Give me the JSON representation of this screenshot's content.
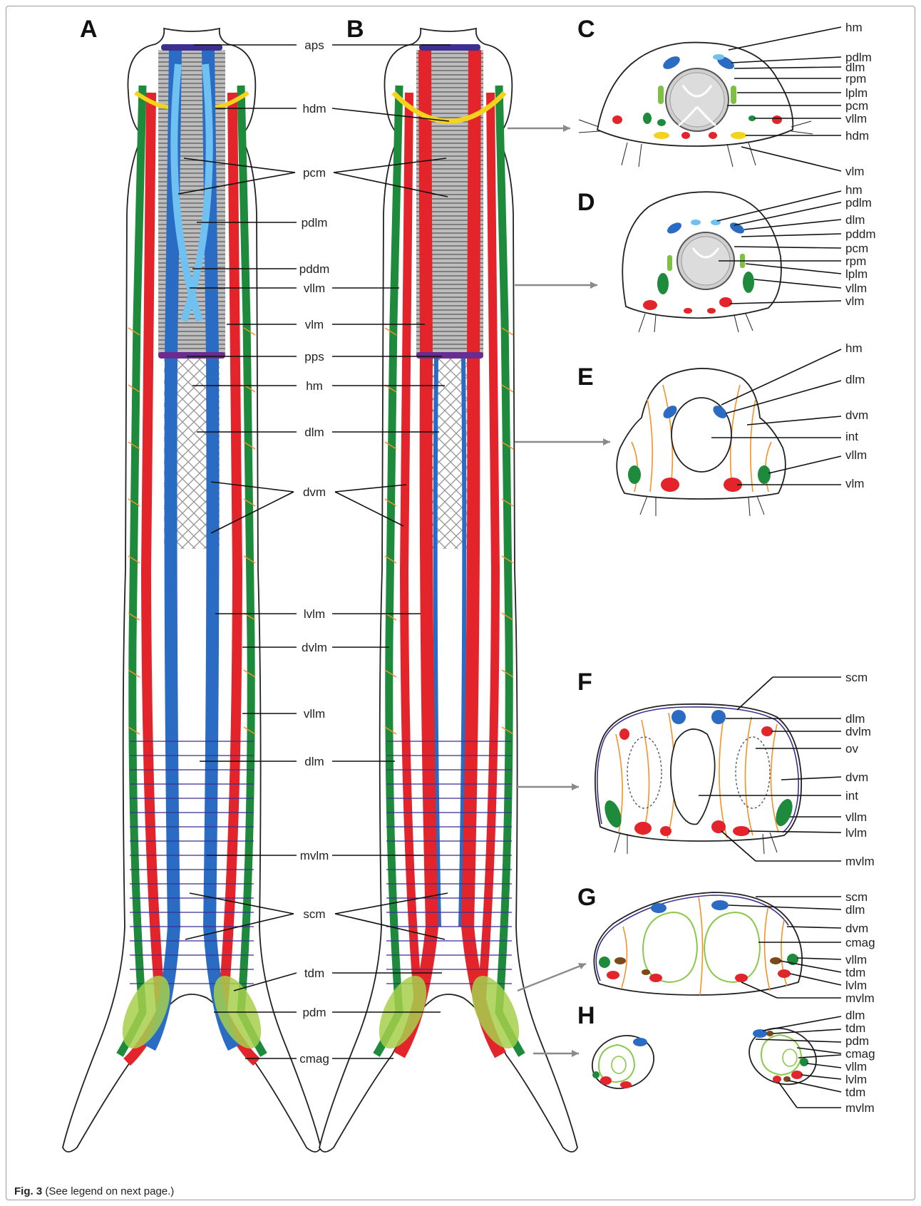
{
  "figure": {
    "panels": [
      "A",
      "B",
      "C",
      "D",
      "E",
      "F",
      "G",
      "H"
    ],
    "center_labels": [
      {
        "text": "aps"
      },
      {
        "text": "hdm"
      },
      {
        "text": "pcm"
      },
      {
        "text": "pdlm"
      },
      {
        "text": "pddm"
      },
      {
        "text": "vllm"
      },
      {
        "text": "vlm"
      },
      {
        "text": "pps"
      },
      {
        "text": "hm"
      },
      {
        "text": "dlm"
      },
      {
        "text": "dvm"
      },
      {
        "text": "lvlm"
      },
      {
        "text": "dvlm"
      },
      {
        "text": "vllm"
      },
      {
        "text": "dlm"
      },
      {
        "text": "mvlm"
      },
      {
        "text": "scm"
      },
      {
        "text": "tdm"
      },
      {
        "text": "pdm"
      },
      {
        "text": "cmag"
      }
    ],
    "panel_labels": {
      "C": [
        "hm",
        "pdlm",
        "dlm",
        "rpm",
        "lplm",
        "pcm",
        "vllm",
        "hdm",
        "vlm"
      ],
      "D": [
        "hm",
        "pdlm",
        "dlm",
        "pddm",
        "pcm",
        "rpm",
        "lplm",
        "vllm",
        "vlm"
      ],
      "E": [
        "hm",
        "dlm",
        "dvm",
        "int",
        "vllm",
        "vlm"
      ],
      "F": [
        "scm",
        "dlm",
        "dvlm",
        "ov",
        "dvm",
        "int",
        "vllm",
        "lvlm",
        "mvlm"
      ],
      "G": [
        "scm",
        "dlm",
        "dvm",
        "cmag",
        "vllm",
        "tdm",
        "lvlm",
        "mvlm"
      ],
      "H": [
        "dlm",
        "tdm",
        "pdm",
        "cmag",
        "vllm",
        "lvlm",
        "tdm",
        "mvlm"
      ]
    },
    "colors": {
      "dorsal_blue": "#2a6bc4",
      "light_blue": "#6ec1f0",
      "red": "#e3242b",
      "green": "#1e8a3c",
      "yellow": "#f5d31c",
      "orange": "#f2922a",
      "purple": "#3b2f8f",
      "lime": "#a6cf4c",
      "brown": "#7a4a1c"
    }
  },
  "caption": {
    "label": "Fig. 3",
    "text": " (See legend on next page.)"
  }
}
